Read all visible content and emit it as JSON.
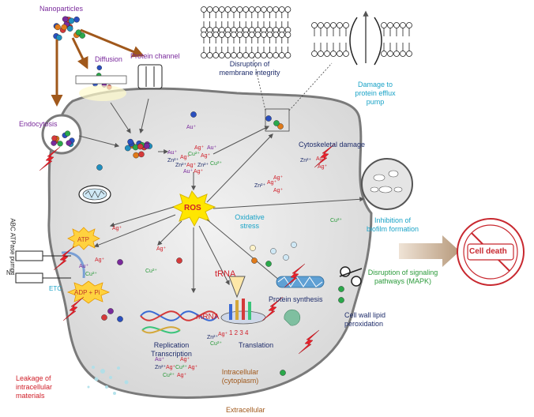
{
  "labels": {
    "nanoparticles": "Nanoparticles",
    "diffusion": "Diffusion",
    "protein_channel": "Protein channel",
    "endocytosis": "Endocytosis",
    "disruption_membrane": "Disruption of membrane integrity",
    "damage_efflux": "Damage to protein efflux pump",
    "cytoskeletal": "Cytoskeletal damage",
    "ros": "ROS",
    "oxidative": "Oxidative stress",
    "biofilm": "Inhibition of biofilm formation",
    "cell_death": "Cell death",
    "atp": "ATP",
    "adp": "ADP + Pi",
    "etc": "ETC",
    "pump": "ABC ATPase pump",
    "na": "Na",
    "trna": "tRNA",
    "mrna": "mRNA",
    "protein_synthesis": "Protein synthesis",
    "signaling": "Disruption of signaling pathways (MAPK)",
    "lipid": "Cell wall lipid peroxidation",
    "replication": "Replication Transcription",
    "translation": "Translation",
    "intracellular": "Intracellular (cytoplasm)",
    "extracellular": "Extracellular",
    "leakage": "Leakage of intracellular materials",
    "codons": "1 2 3 4"
  },
  "ions": {
    "au": "Au⁺",
    "ag": "Ag⁺",
    "zn": "Zn²⁺",
    "cu": "Cu²⁺"
  },
  "colors": {
    "membrane": "#7a7a7a",
    "cytoplasm": "#e6e6e6",
    "arrow_brown": "#a0581b",
    "ros_fill": "#ffe600",
    "ros_text": "#d0202a",
    "lightning": "#e8202a",
    "cell_death": "#c8282f"
  }
}
